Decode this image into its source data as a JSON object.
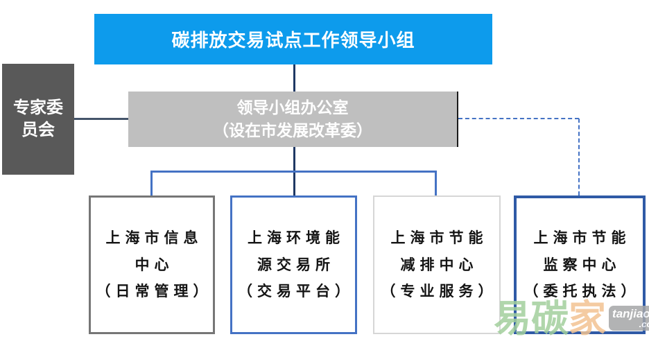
{
  "title_box": {
    "label": "碳排放交易试点工作领导小组"
  },
  "expert_box": {
    "line1": "专家委",
    "line2": "员会"
  },
  "office_box": {
    "line1": "领导小组办公室",
    "line2": "（设在市发展改革委）"
  },
  "sub_boxes": [
    {
      "line1": "上海市信息",
      "line2": "中心",
      "line3": "（日常管理）"
    },
    {
      "line1": "上海环境能",
      "line2": "源交易所",
      "line3": "（交易平台）"
    },
    {
      "line1": "上海市节能",
      "line2": "减排中心",
      "line3": "（专业服务）"
    },
    {
      "line1": "上海市节能",
      "line2": "监察中心",
      "line3": "（委托执法）"
    }
  ],
  "watermark": {
    "char1": "易",
    "char2": "碳",
    "char3": "家",
    "badge_top": "tanjiaoyi",
    "badge_bottom": ".com"
  },
  "colors": {
    "title-bg": "#0D9BEC",
    "expert-bg": "#595959",
    "office-bg": "#BFBFBF",
    "connector-dark": "#1F3864",
    "connector-slate": "#44546A",
    "connector-blue": "#4472C4",
    "box1-border": "#767676",
    "box2-border": "#4472C4",
    "box3-border": "#D6D6D6",
    "box4-border": "#2F5AA6",
    "watermark-green": "#A3D09D",
    "watermark-orange": "#F3C392",
    "badge-bg": "#A5A6A8"
  }
}
